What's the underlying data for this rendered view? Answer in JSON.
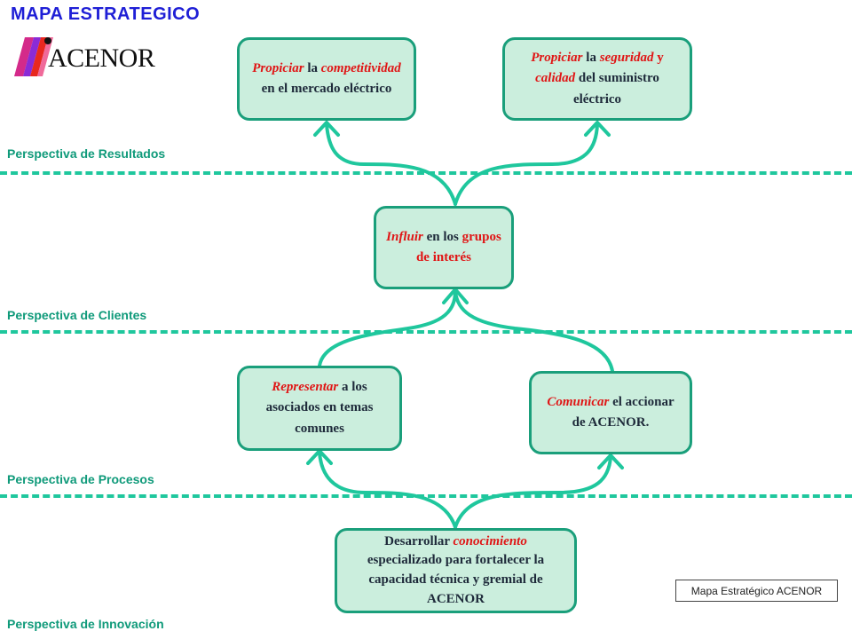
{
  "title": "MAPA ESTRATEGICO",
  "logo": {
    "text": "ACENOR",
    "colors": [
      "#d42a8a",
      "#8a2bd6",
      "#e8281f"
    ]
  },
  "perspectives": {
    "resultados": "Perspectiva  de Resultados",
    "clientes": "Perspectiva  de Clientes",
    "procesos": "Perspectiva  de Procesos",
    "innovacion": "Perspectiva  de Innovación"
  },
  "nodes": {
    "competitividad": {
      "p1": "Propiciar",
      "p2": " la ",
      "p3": "competitividad",
      "p4": " en el mercado eléctrico"
    },
    "seguridad": {
      "p1": "Propiciar",
      "p2": " la ",
      "p3": "seguridad",
      "p4": " y ",
      "p5": "calidad",
      "p6": " del suministro eléctrico"
    },
    "influir": {
      "p1": "Influir",
      "p2": " en los ",
      "p3": "grupos de interés"
    },
    "representar": {
      "p1": "Representar",
      "p2": " a los asociados en temas comunes"
    },
    "comunicar": {
      "p1": "Comunicar",
      "p2": " el accionar de ACENOR."
    },
    "desarrollar": {
      "p1": "Desarrollar ",
      "p2": "conocimiento",
      "p3": " especializado para fortalecer la capacidad técnica y gremial de ACENOR"
    }
  },
  "caption": "Mapa Estratégico ACENOR",
  "colors": {
    "accent": "#1fc79d",
    "node_fill": "#cbeedd",
    "node_border": "#1a9f7b",
    "title": "#1f1fd6",
    "highlight": "#e01515"
  }
}
